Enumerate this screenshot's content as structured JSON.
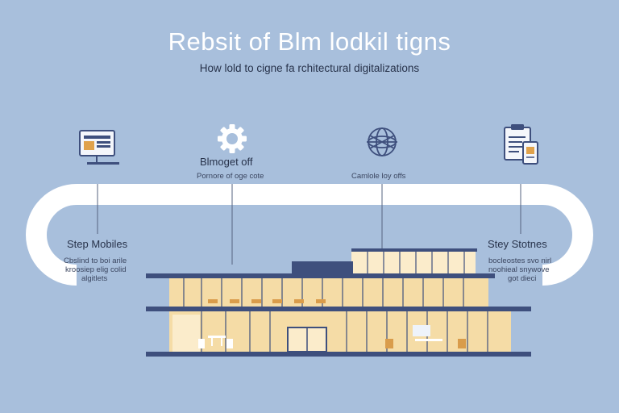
{
  "header": {
    "title": "Rebsit of Blm lodkil tigns",
    "subtitle": "How lold to cigne fa rchitectural digitalizations"
  },
  "stages": [
    {
      "icon": "computer-monitor-icon",
      "title": "",
      "desc_lines": []
    },
    {
      "icon": "gear-icon",
      "title": "Blmoget off",
      "desc_lines": [
        "Pornore of oge cote"
      ]
    },
    {
      "icon": "globe-network-icon",
      "title": "",
      "desc_lines": [
        "Camlole loy offs"
      ]
    },
    {
      "icon": "clipboard-tablet-icon",
      "title": "",
      "desc_lines": []
    }
  ],
  "side_labels": {
    "left": {
      "title": "Step Mobiles",
      "desc_lines": [
        "Cbslind to boi arile",
        "kroosiep elig colid",
        "algitlets"
      ]
    },
    "right": {
      "title": "Stey Stotnes",
      "desc_lines": [
        "bocleostes svo nirl",
        "noohieal snywove",
        "got dieci"
      ]
    }
  },
  "colors": {
    "background": "#a8bfdc",
    "track": "#ffffff",
    "navy": "#3e4f7d",
    "glass": "#f5dca6",
    "glass_light": "#fbeccb"
  }
}
